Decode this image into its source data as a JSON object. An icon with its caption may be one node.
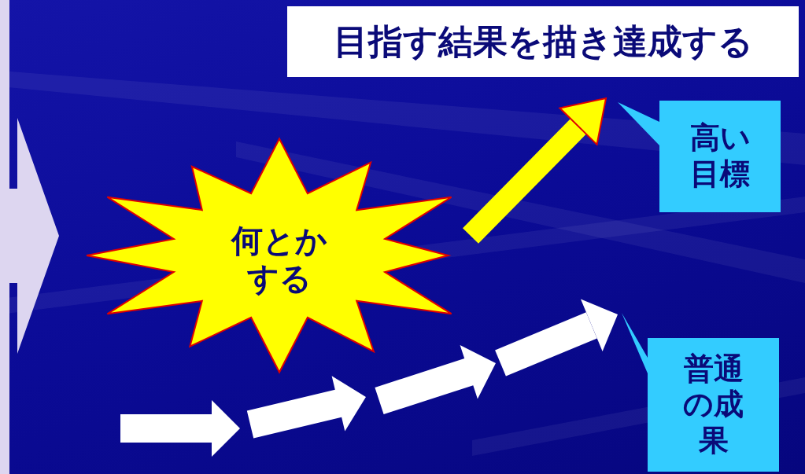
{
  "diagram": {
    "nodes": [
      {
        "text": [
          "目指す結果を描き達成する"
        ]
      },
      {
        "text": [
          "何とかする"
        ]
      },
      {
        "text": [
          "高い目標"
        ]
      },
      {
        "text": [
          "普通の成果"
        ]
      }
    ],
    "edges": [
      {
        "from": 1,
        "to": 2,
        "arrow": "to",
        "color": "#ffff00"
      },
      {
        "from": null,
        "to": 3,
        "arrow": "to",
        "color": "#ffffff"
      }
    ]
  }
}
